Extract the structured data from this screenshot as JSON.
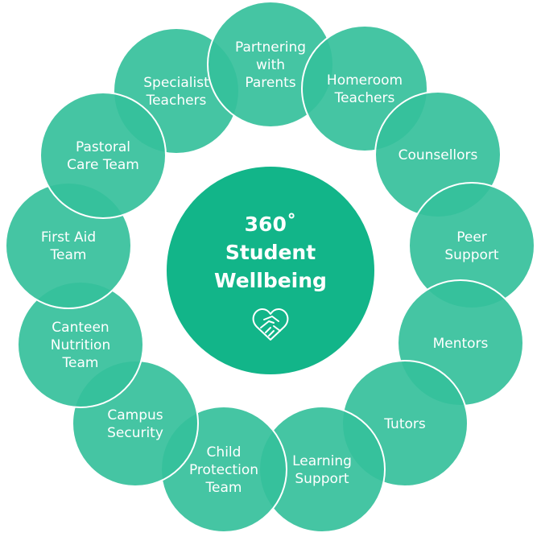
{
  "diagram": {
    "center": {
      "title_lines": [
        "360˚",
        "Student",
        "Wellbeing"
      ],
      "icon": "heart-handshake-icon"
    },
    "nodes": [
      {
        "label_lines": [
          "Partnering",
          "with",
          "Parents"
        ]
      },
      {
        "label_lines": [
          "Homeroom",
          "Teachers"
        ]
      },
      {
        "label_lines": [
          "Counsellors"
        ]
      },
      {
        "label_lines": [
          "Peer",
          "Support"
        ]
      },
      {
        "label_lines": [
          "Mentors"
        ]
      },
      {
        "label_lines": [
          "Tutors"
        ]
      },
      {
        "label_lines": [
          "Learning",
          "Support"
        ]
      },
      {
        "label_lines": [
          "Child",
          "Protection",
          "Team"
        ]
      },
      {
        "label_lines": [
          "Campus",
          "Security"
        ]
      },
      {
        "label_lines": [
          "Canteen",
          "Nutrition",
          "Team"
        ]
      },
      {
        "label_lines": [
          "First Aid",
          "Team"
        ]
      },
      {
        "label_lines": [
          "Pastoral",
          "Care Team"
        ]
      },
      {
        "label_lines": [
          "Specialist",
          "Teachers"
        ]
      }
    ],
    "colors": {
      "node": "#35c09b",
      "center": "#12b589",
      "stroke": "#ffffff"
    }
  }
}
